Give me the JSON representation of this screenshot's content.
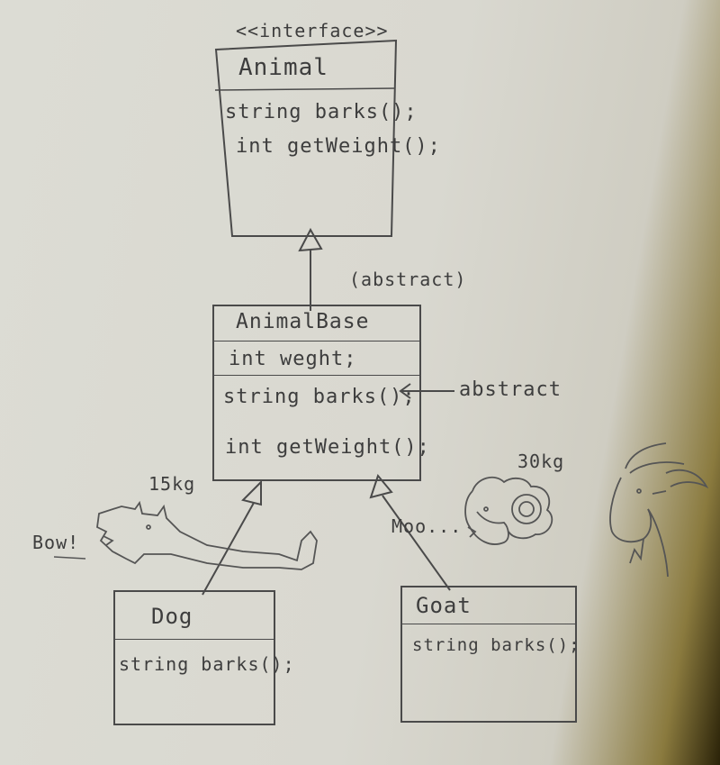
{
  "animal": {
    "stereotype": "<<interface>>",
    "name": "Animal",
    "methods": [
      "string barks();",
      "int  getWeight();"
    ]
  },
  "animal_base": {
    "annotation": "(abstract)",
    "name": "AnimalBase",
    "attribute": "int weght;",
    "method_barks": "string barks();",
    "method_weight": "int  getWeight();",
    "abstract_note": "abstract"
  },
  "dog": {
    "name": "Dog",
    "method": "string barks();",
    "weight": "15kg",
    "sound": "Bow!"
  },
  "goat": {
    "name": "Goat",
    "method": "string barks();",
    "weight": "30kg",
    "sound": "Moo..."
  }
}
